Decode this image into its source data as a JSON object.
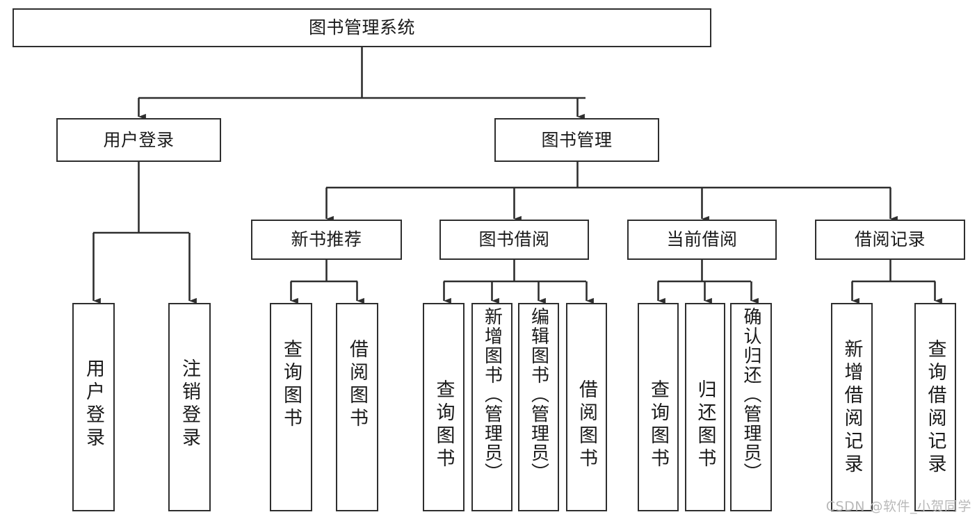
{
  "diagram": {
    "title": "图书管理系统",
    "type": "tree-hierarchy",
    "levels": 4,
    "nodes": {
      "root": {
        "label": "图书管理系统"
      },
      "level2": [
        {
          "id": "user-login",
          "label": "用户登录"
        },
        {
          "id": "book-manage",
          "label": "图书管理"
        }
      ],
      "level3": [
        {
          "id": "new-book-rec",
          "label": "新书推荐",
          "parent": "book-manage"
        },
        {
          "id": "book-borrow",
          "label": "图书借阅",
          "parent": "book-manage"
        },
        {
          "id": "current-borrow",
          "label": "当前借阅",
          "parent": "book-manage"
        },
        {
          "id": "borrow-record",
          "label": "借阅记录",
          "parent": "book-manage"
        }
      ],
      "leaves": [
        {
          "id": "leaf-user-login",
          "label": "用户登录",
          "parent": "user-login"
        },
        {
          "id": "leaf-logout",
          "label": "注销登录",
          "parent": "user-login"
        },
        {
          "id": "leaf-query-book-1",
          "label": "查询图书",
          "parent": "new-book-rec"
        },
        {
          "id": "leaf-borrow-book-1",
          "label": "借阅图书",
          "parent": "new-book-rec"
        },
        {
          "id": "leaf-query-book-2",
          "label": "查询图书",
          "parent": "book-borrow"
        },
        {
          "id": "leaf-add-book",
          "label": "新增图书（管理员）",
          "parent": "book-borrow"
        },
        {
          "id": "leaf-edit-book",
          "label": "编辑图书（管理员）",
          "parent": "book-borrow"
        },
        {
          "id": "leaf-borrow-book-2",
          "label": "借阅图书",
          "parent": "book-borrow"
        },
        {
          "id": "leaf-query-book-3",
          "label": "查询图书",
          "parent": "current-borrow"
        },
        {
          "id": "leaf-return-book",
          "label": "归还图书",
          "parent": "current-borrow"
        },
        {
          "id": "leaf-confirm-return",
          "label": "确认归还（管理员）",
          "parent": "current-borrow"
        },
        {
          "id": "leaf-add-record",
          "label": "新增借阅记录",
          "parent": "borrow-record"
        },
        {
          "id": "leaf-query-record",
          "label": "查询借阅记录",
          "parent": "borrow-record"
        }
      ]
    },
    "colors": {
      "stroke": "#2e2e2e",
      "fill": "#ffffff",
      "text": "#1a1a1a",
      "watermark": "#b9b9b9"
    }
  },
  "watermark": {
    "text": "CSDN @软件_小贺同学"
  }
}
